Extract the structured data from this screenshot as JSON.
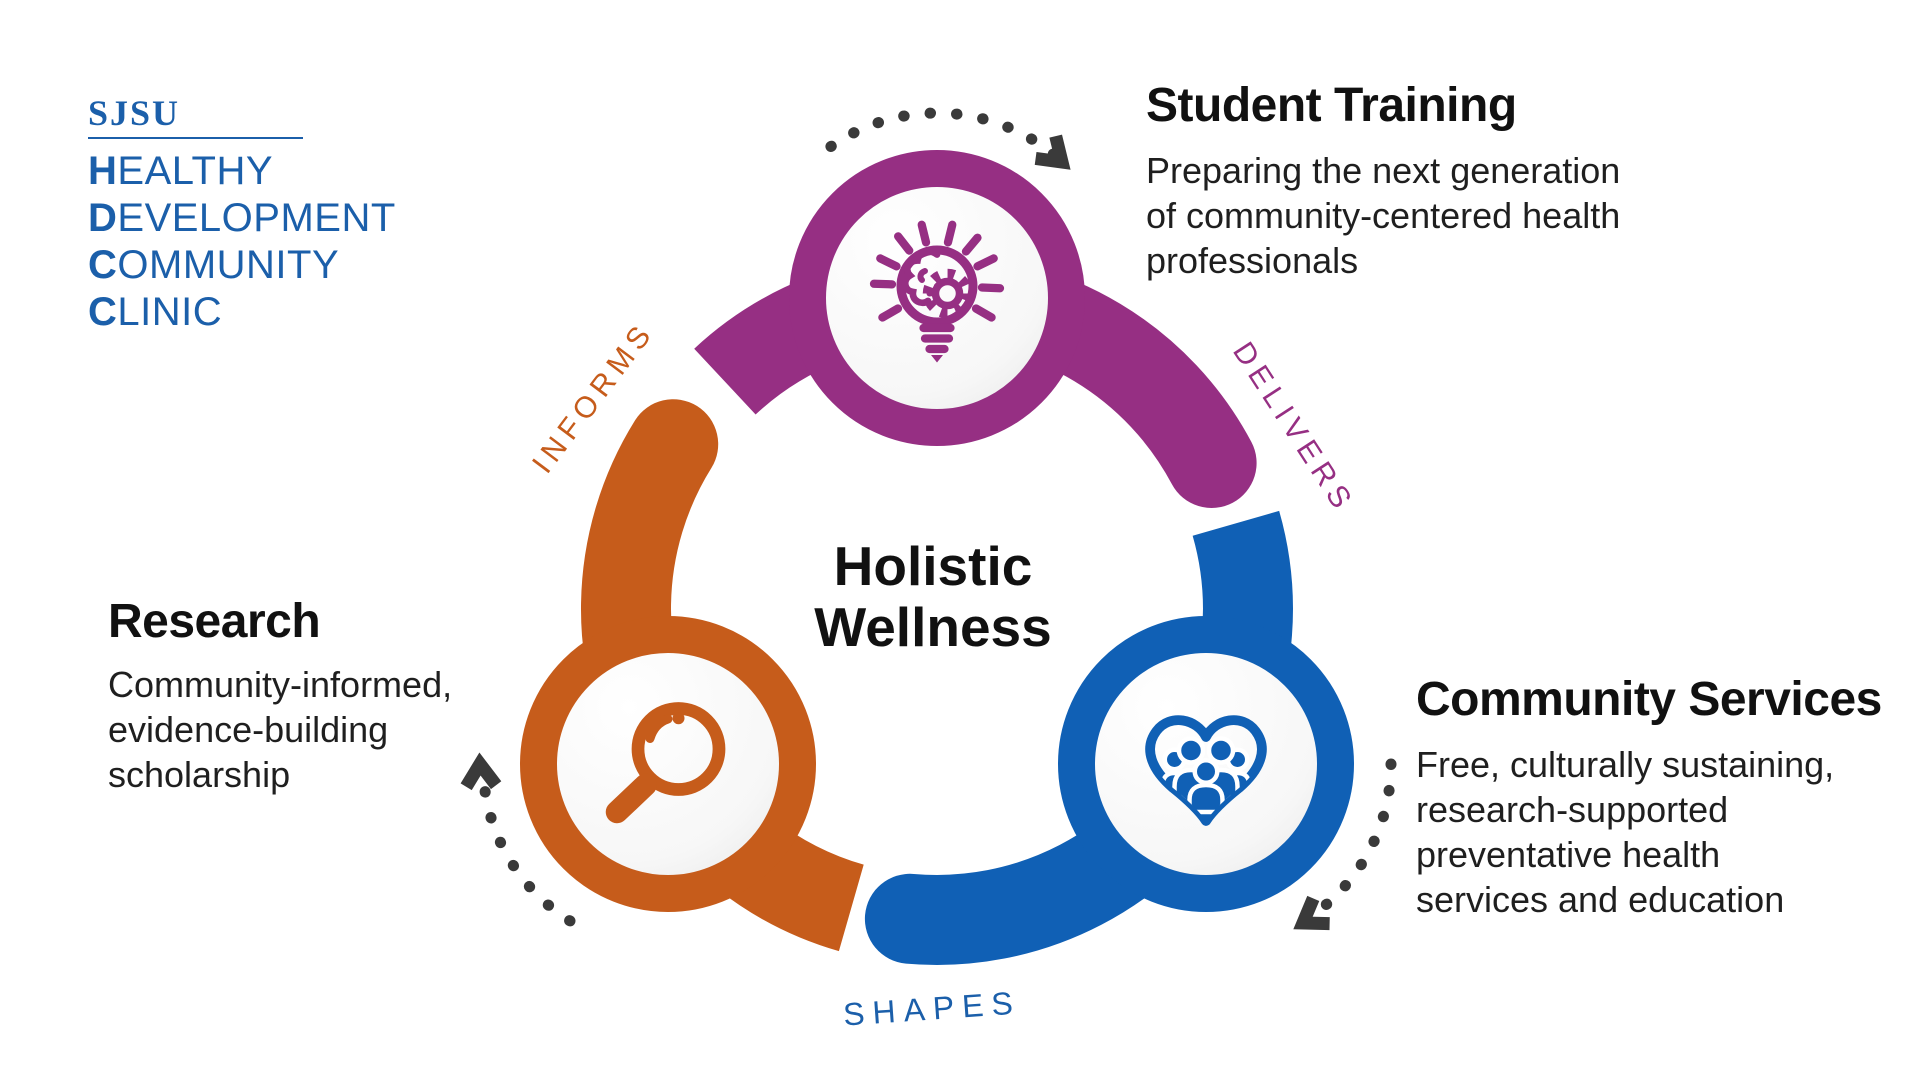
{
  "palette": {
    "logo_blue": "#1b5faa",
    "orange": "#c65c1b",
    "purple": "#962f83",
    "blue": "#1060b5",
    "arrow_gray": "#3a3a3a",
    "heading_text": "#111111",
    "body_text": "#1f1f1f",
    "white": "#ffffff"
  },
  "logo": {
    "wordmark": "SJSU",
    "lines": [
      {
        "initial": "H",
        "rest": "EALTHY"
      },
      {
        "initial": "D",
        "rest": "EVELOPMENT"
      },
      {
        "initial": "C",
        "rest": "OMMUNITY"
      },
      {
        "initial": "C",
        "rest": "LINIC"
      }
    ]
  },
  "center": {
    "line1": "Holistic",
    "line2": "Wellness"
  },
  "nodes": {
    "student_training": {
      "title": "Student Training",
      "description_lines": [
        "Preparing the next generation",
        "of community-centered health",
        "professionals"
      ],
      "icon": "lightbulb-brain-gear-icon",
      "color": "#962f83"
    },
    "community_services": {
      "title": "Community Services",
      "description_lines": [
        "Free, culturally sustaining,",
        "research-supported",
        "preventative health",
        "services and education"
      ],
      "icon": "heart-people-icon",
      "color": "#1060b5"
    },
    "research": {
      "title": "Research",
      "description_lines": [
        "Community-informed,",
        "evidence-building",
        "scholarship"
      ],
      "icon": "magnifier-icon",
      "color": "#c65c1b"
    }
  },
  "flow_labels": {
    "informs": {
      "text": "INFORMS",
      "color": "#c65c1b"
    },
    "delivers": {
      "text": "DELIVERS",
      "color": "#962f83"
    },
    "shapes": {
      "text": "SHAPES",
      "color": "#1b5faa"
    }
  }
}
